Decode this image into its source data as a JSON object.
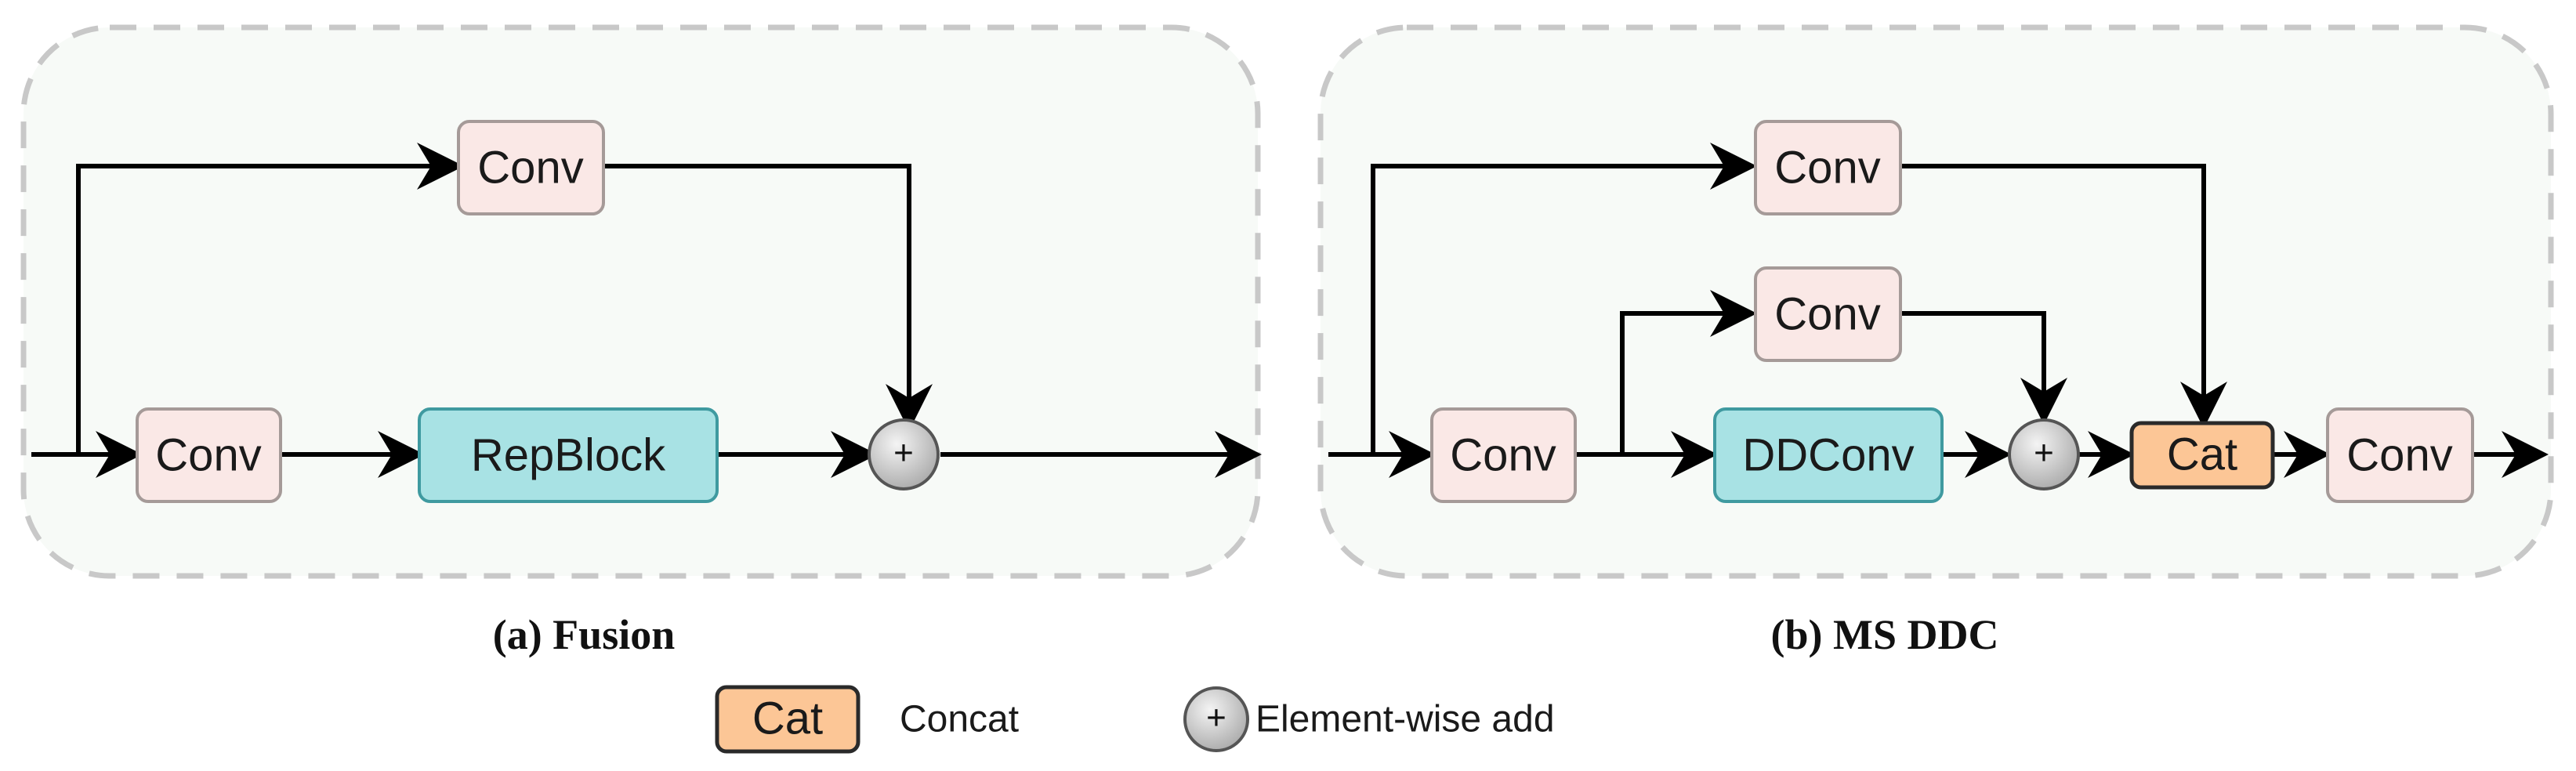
{
  "panel_a": {
    "caption": "(a) Fusion",
    "top_conv": "Conv",
    "main_conv": "Conv",
    "repblock": "RepBlock",
    "add_symbol": "+"
  },
  "panel_b": {
    "caption": "(b) MS DDC",
    "top_conv": "Conv",
    "mid_conv": "Conv",
    "main_conv": "Conv",
    "ddconv": "DDConv",
    "add_symbol": "+",
    "cat": "Cat",
    "out_conv": "Conv"
  },
  "legend": {
    "cat_box": "Cat",
    "cat_label": "Concat",
    "add_symbol": "+",
    "add_label": "Element-wise add"
  },
  "colors": {
    "conv_fill": "#fae8e6",
    "repblock_fill": "#a8e2e4",
    "cat_fill": "#fcc696",
    "panel_fill": "#f7faf7"
  }
}
